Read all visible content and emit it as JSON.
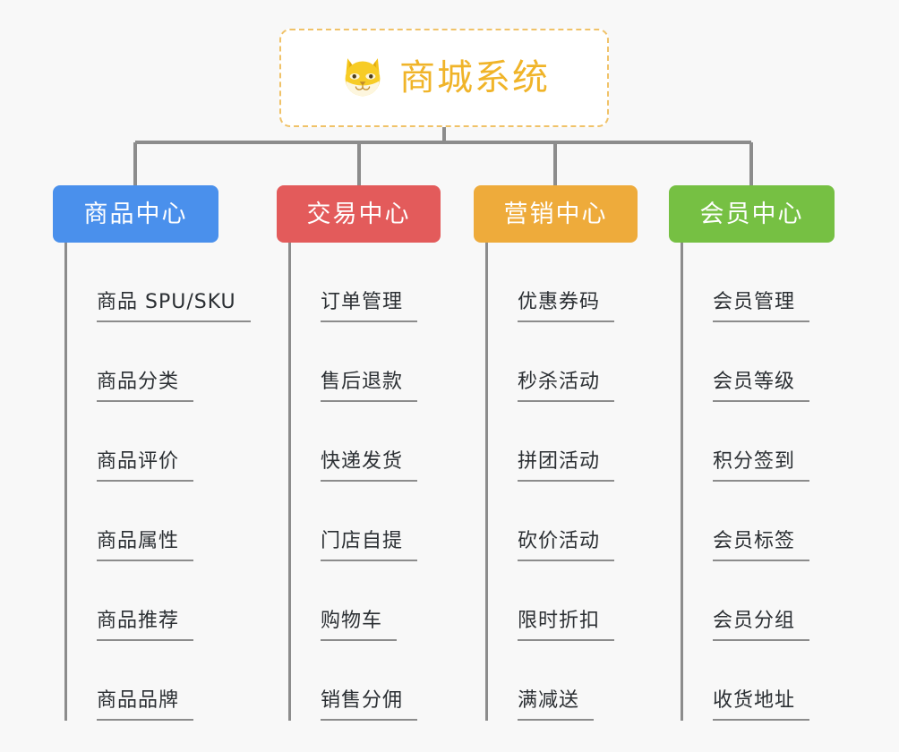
{
  "background_color": "#f8f8f8",
  "root": {
    "title": "商城系统",
    "icon": "shiba-dog-emoji",
    "color": "#f0b429",
    "border_color": "#f0c268"
  },
  "connector_color": "#8c8c8c",
  "columns": [
    {
      "header": "商品中心",
      "color": "#4a90ec",
      "items": [
        "商品 SPU/SKU",
        "商品分类",
        "商品评价",
        "商品属性",
        "商品推荐",
        "商品品牌"
      ]
    },
    {
      "header": "交易中心",
      "color": "#e35b5b",
      "items": [
        "订单管理",
        "售后退款",
        "快递发货",
        "门店自提",
        "购物车",
        "销售分佣"
      ]
    },
    {
      "header": "营销中心",
      "color": "#eeab3b",
      "items": [
        "优惠券码",
        "秒杀活动",
        "拼团活动",
        "砍价活动",
        "限时折扣",
        "满减送"
      ]
    },
    {
      "header": "会员中心",
      "color": "#76c043",
      "items": [
        "会员管理",
        "会员等级",
        "积分签到",
        "会员标签",
        "会员分组",
        "收货地址"
      ]
    }
  ]
}
